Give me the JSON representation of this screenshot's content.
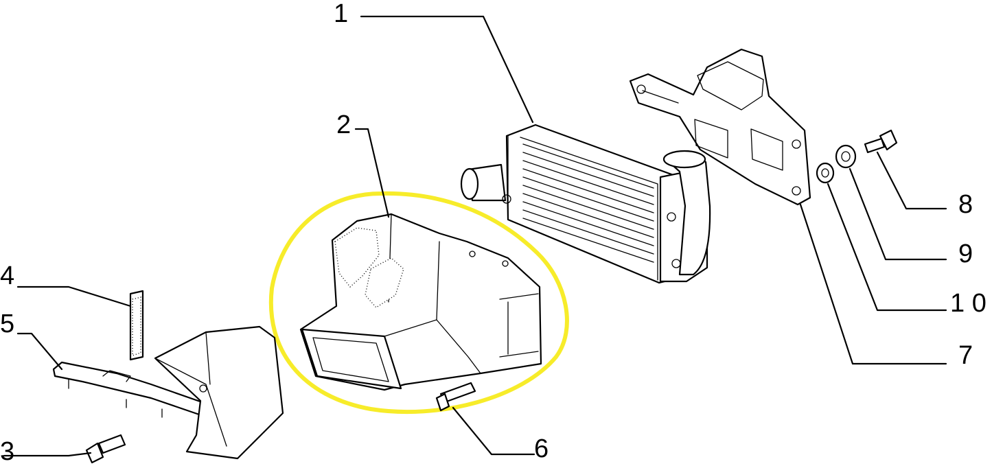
{
  "callouts": [
    {
      "id": "1",
      "label": "1"
    },
    {
      "id": "2",
      "label": "2"
    },
    {
      "id": "3",
      "label": "3"
    },
    {
      "id": "4",
      "label": "4"
    },
    {
      "id": "5",
      "label": "5"
    },
    {
      "id": "6",
      "label": "6"
    },
    {
      "id": "7",
      "label": "7"
    },
    {
      "id": "8",
      "label": "8"
    },
    {
      "id": "9",
      "label": "9"
    },
    {
      "id": "10",
      "label": "1 0"
    }
  ],
  "highlight": {
    "color": "#f7ec2a",
    "target": "2"
  },
  "colors": {
    "line": "#000000",
    "background": "#ffffff"
  }
}
